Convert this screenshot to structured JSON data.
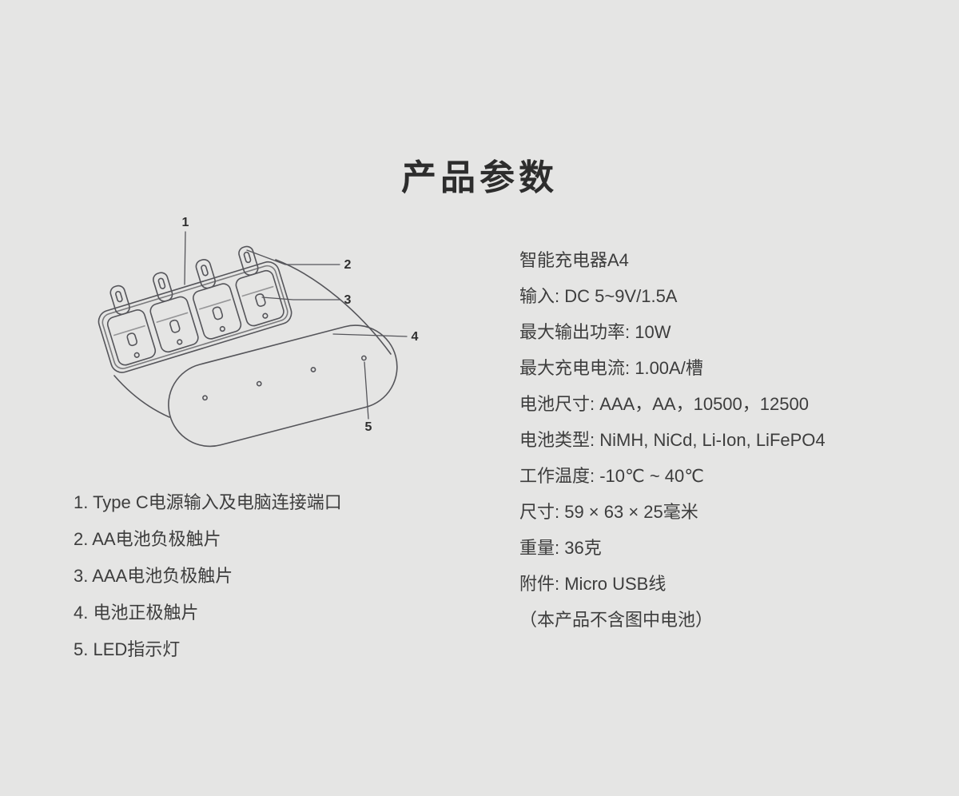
{
  "page": {
    "title": "产品参数",
    "background_color": "#e5e5e4",
    "text_color": "#3d3d3d",
    "line_color": "#55555a"
  },
  "diagram": {
    "description": "smart-battery-charger-line-drawing",
    "callouts": [
      {
        "label": "1"
      },
      {
        "label": "2"
      },
      {
        "label": "3"
      },
      {
        "label": "4"
      },
      {
        "label": "5"
      }
    ]
  },
  "legend": {
    "items": [
      "1. Type C电源输入及电脑连接端口",
      "2. AA电池负极触片",
      "3. AAA电池负极触片",
      "4. 电池正极触片",
      "5. LED指示灯"
    ]
  },
  "specs": {
    "lines": [
      "智能充电器A4",
      "输入: DC 5~9V/1.5A",
      "最大输出功率: 10W",
      "最大充电电流: 1.00A/槽",
      "电池尺寸: AAA，AA，10500，12500",
      "电池类型: NiMH, NiCd, Li-Ion, LiFePO4",
      "工作温度: -10℃ ~ 40℃",
      "尺寸: 59 × 63 × 25毫米",
      "重量: 36克",
      "附件: Micro USB线",
      "（本产品不含图中电池）"
    ]
  }
}
